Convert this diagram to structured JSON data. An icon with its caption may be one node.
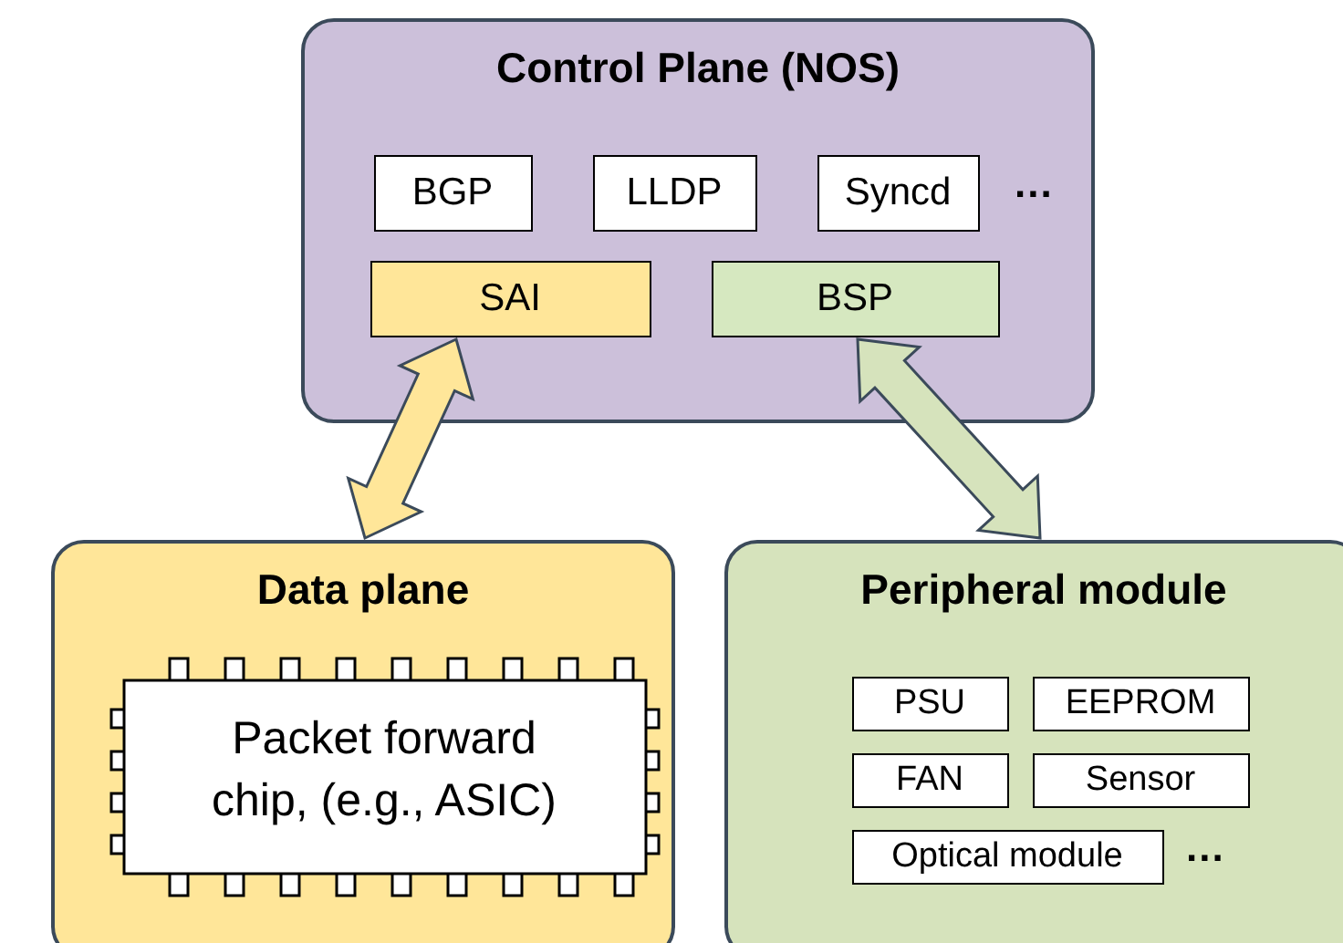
{
  "diagram": {
    "nodes": [
      {
        "text": [
          "Control Plane (NOS)"
        ]
      },
      {
        "text": [
          "BGP"
        ],
        "in": 0
      },
      {
        "text": [
          "LLDP"
        ],
        "in": 0
      },
      {
        "text": [
          "Syncd"
        ],
        "in": 0
      },
      {
        "text": [
          "SAI"
        ],
        "in": 0
      },
      {
        "text": [
          "BSP"
        ],
        "in": 0
      },
      {
        "text": [
          "Data plane"
        ]
      },
      {
        "text": [
          "Packet forward chip, (e.g., ASIC)"
        ],
        "in": 6
      },
      {
        "text": [
          "Peripheral module"
        ]
      },
      {
        "text": [
          "PSU"
        ],
        "in": 8
      },
      {
        "text": [
          "EEPROM"
        ],
        "in": 8
      },
      {
        "text": [
          "FAN"
        ],
        "in": 8
      },
      {
        "text": [
          "Sensor"
        ],
        "in": 8
      },
      {
        "text": [
          "Optical module"
        ],
        "in": 8
      }
    ],
    "edges": [
      {
        "from": 4,
        "to": 6,
        "arrow": "both",
        "style": "thick",
        "color": "#ffe699"
      },
      {
        "from": 5,
        "to": 8,
        "arrow": "both",
        "style": "thick",
        "color": "#d6e3bc"
      }
    ],
    "labels": [
      "...",
      "..."
    ]
  }
}
